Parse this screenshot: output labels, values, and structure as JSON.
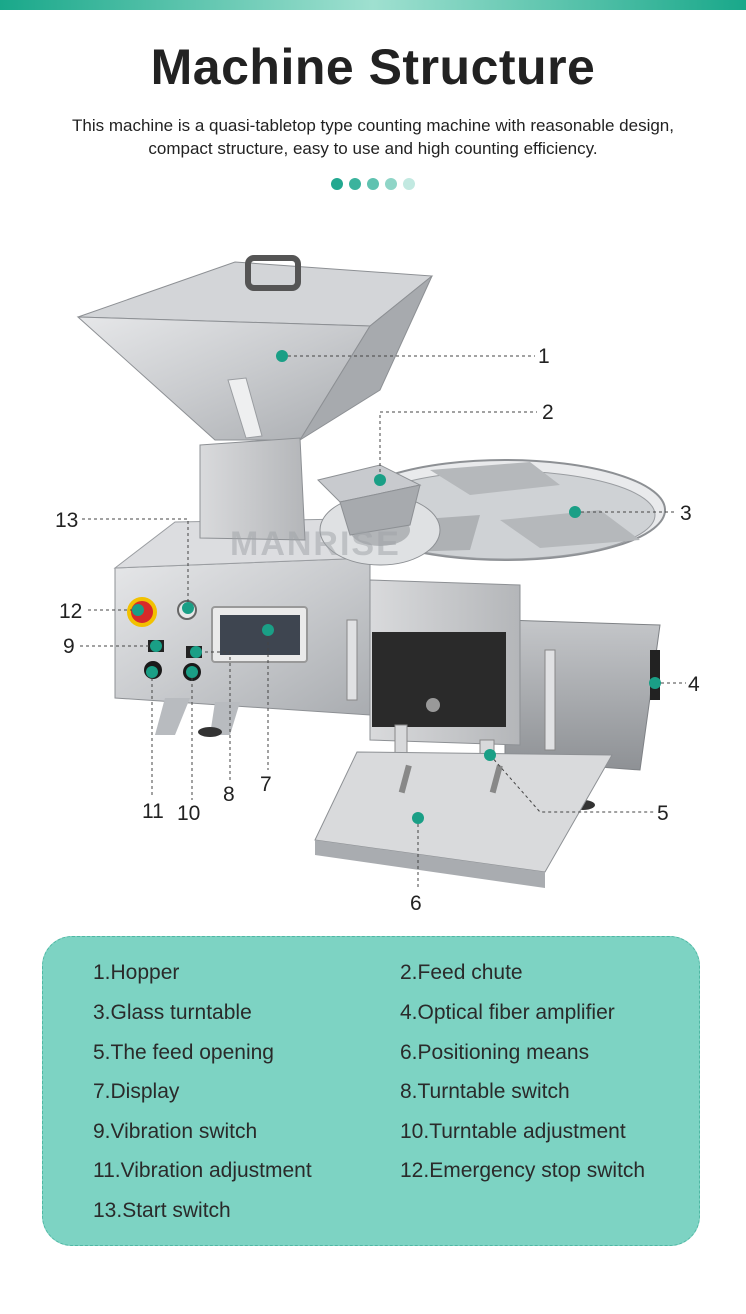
{
  "header": {
    "title": "Machine Structure",
    "subtitle_line1": "This machine is a quasi-tabletop type counting machine with reasonable design,",
    "subtitle_line2": "compact structure, easy to use and high counting efficiency."
  },
  "dots": [
    "#22a890",
    "#3bb39d",
    "#5fc2b0",
    "#8fd5c7",
    "#c2e9e1"
  ],
  "colors": {
    "accent": "#1a9f86",
    "marker": "#1a9f86",
    "legend_bg": "#7dd3c3"
  },
  "watermark": "MANRISE",
  "callouts": [
    "1",
    "2",
    "3",
    "4",
    "5",
    "6",
    "7",
    "8",
    "9",
    "10",
    "11",
    "12",
    "13"
  ],
  "legend": [
    "1.Hopper",
    "2.Feed chute",
    "3.Glass turntable",
    "4.Optical fiber amplifier",
    "5.The feed opening",
    "6.Positioning means",
    "7.Display",
    "8.Turntable switch",
    "9.Vibration switch",
    "10.Turntable adjustment",
    "11.Vibration adjustment",
    "12.Emergency stop switch",
    "13.Start switch"
  ]
}
